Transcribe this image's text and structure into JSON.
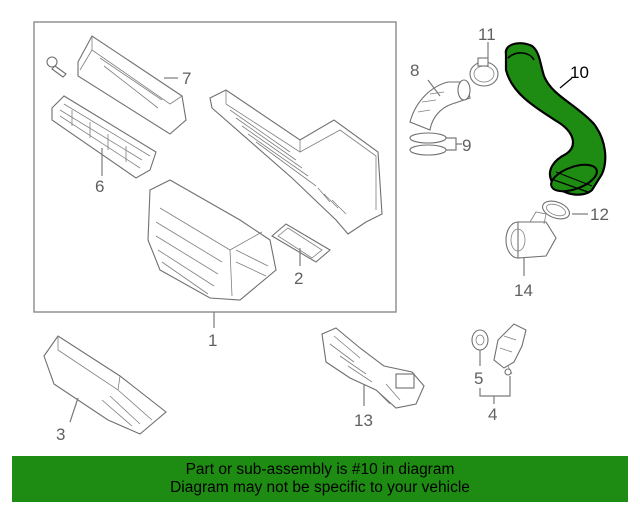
{
  "callouts": {
    "c1": "1",
    "c2": "2",
    "c3": "3",
    "c4": "4",
    "c5": "5",
    "c6": "6",
    "c7": "7",
    "c8": "8",
    "c9": "9",
    "c10": "10",
    "c11": "11",
    "c12": "12",
    "c13": "13",
    "c14": "14"
  },
  "highlighted_part": "10",
  "colors": {
    "highlight": "#1e8c12",
    "line": "#7a7a7a"
  },
  "footer": {
    "line1": "Part or sub-assembly is #10 in diagram",
    "line2": "Diagram may not be specific to your vehicle"
  }
}
